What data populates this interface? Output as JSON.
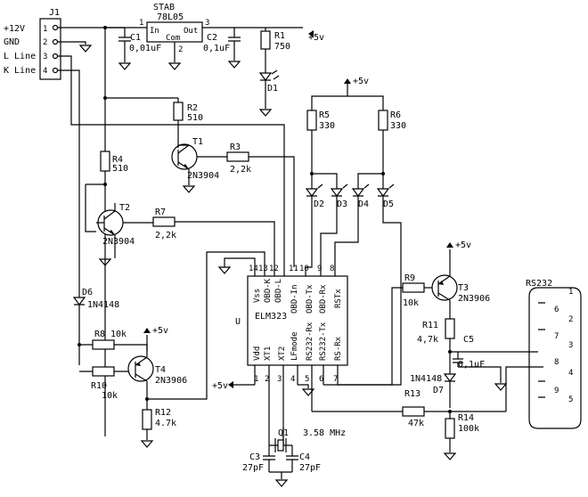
{
  "connector": {
    "name": "J1",
    "pins": [
      "+12V",
      "GND",
      "L Line",
      "K Line"
    ],
    "pin_numbers": [
      "1",
      "2",
      "3",
      "4"
    ]
  },
  "regulator": {
    "name": "STAB",
    "part": "78L05",
    "in_label": "In",
    "out_label": "Out",
    "com_label": "Com",
    "pin_in": "1",
    "pin_com": "2",
    "pin_out": "3"
  },
  "supply": "+5v",
  "components": {
    "C1": {
      "name": "C1",
      "value": "0,01uF"
    },
    "C2": {
      "name": "C2",
      "value": "0,1uF"
    },
    "C3": {
      "name": "C3",
      "value": "27pF"
    },
    "C4": {
      "name": "C4",
      "value": "27pF"
    },
    "C5": {
      "name": "C5",
      "value": "0,1uF"
    },
    "R1": {
      "name": "R1",
      "value": "750"
    },
    "R2": {
      "name": "R2",
      "value": "510"
    },
    "R3": {
      "name": "R3",
      "value": "2,2k"
    },
    "R4": {
      "name": "R4",
      "value": "510"
    },
    "R5": {
      "name": "R5",
      "value": "330"
    },
    "R6": {
      "name": "R6",
      "value": "330"
    },
    "R7": {
      "name": "R7",
      "value": "2,2k"
    },
    "R8": {
      "name": "R8",
      "value": "10k"
    },
    "R9": {
      "name": "R9",
      "value": "10k"
    },
    "R10": {
      "name": "R10",
      "value": "10k"
    },
    "R11": {
      "name": "R11",
      "value": "4,7k"
    },
    "R12": {
      "name": "R12",
      "value": "4.7k"
    },
    "R13": {
      "name": "R13",
      "value": "47k"
    },
    "R14": {
      "name": "R14",
      "value": "100k"
    },
    "T1": {
      "name": "T1",
      "part": "2N3904"
    },
    "T2": {
      "name": "T2",
      "part": "2N3904"
    },
    "T3": {
      "name": "T3",
      "part": "2N3906"
    },
    "T4": {
      "name": "T4",
      "part": "2N3906"
    },
    "D1": {
      "name": "D1"
    },
    "D2": {
      "name": "D2"
    },
    "D3": {
      "name": "D3"
    },
    "D4": {
      "name": "D4"
    },
    "D5": {
      "name": "D5"
    },
    "D6": {
      "name": "D6",
      "part": "1N4148"
    },
    "D7": {
      "name": "D7",
      "part": "1N4148"
    },
    "Q1": {
      "name": "Q1",
      "value": "3.58 MHz"
    }
  },
  "ic": {
    "name": "ELM323",
    "ref": "U",
    "top_pins": [
      {
        "num": "14",
        "label": "Vss"
      },
      {
        "num": "13",
        "label": "OBD-K"
      },
      {
        "num": "12",
        "label": "OBD-L"
      },
      {
        "num": "11",
        "label": "OBD-In"
      },
      {
        "num": "10",
        "label": "OBD-Tx"
      },
      {
        "num": "9",
        "label": "OBD-Rx"
      },
      {
        "num": "8",
        "label": "RSTx"
      }
    ],
    "bottom_pins": [
      {
        "num": "1",
        "label": "Vdd"
      },
      {
        "num": "2",
        "label": "XT1"
      },
      {
        "num": "3",
        "label": "XT2"
      },
      {
        "num": "4",
        "label": "LFmode"
      },
      {
        "num": "5",
        "label": "RS232-Rx"
      },
      {
        "num": "6",
        "label": "RS232-Tx"
      },
      {
        "num": "7",
        "label": "RS-Rx"
      }
    ]
  },
  "db9": {
    "name": "RS232",
    "pins": [
      "1",
      "2",
      "3",
      "4",
      "5",
      "6",
      "7",
      "8",
      "9"
    ]
  }
}
